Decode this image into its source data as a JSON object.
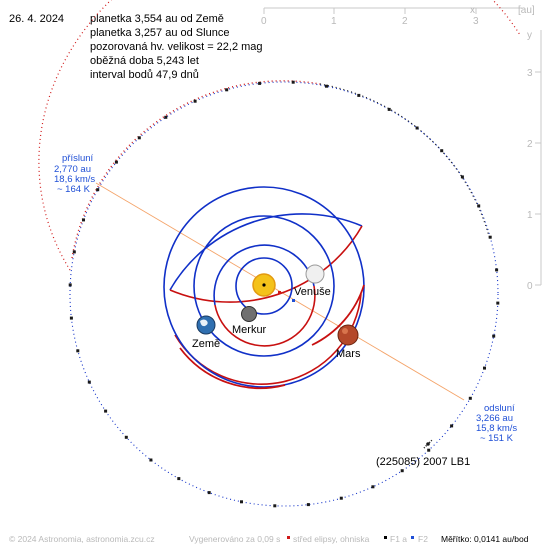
{
  "header": {
    "date": "26. 4. 2024",
    "lines": [
      "planetka 3,554 au od Země",
      "planetka 3,257 au od Slunce",
      "pozorovaná hv. velikost = 22,2 mag",
      "oběžná doba 5,243 let",
      "interval bodů 47,9 dnů"
    ]
  },
  "axes": {
    "top_ticks": [
      "0",
      "1",
      "2",
      "3"
    ],
    "top_label_x": "x",
    "unit": "[au]",
    "right_ticks": [
      "3",
      "2",
      "1",
      "0"
    ],
    "right_label_y": "y"
  },
  "bodies": {
    "venus": "Venuše",
    "mercury": "Merkur",
    "earth": "Země",
    "mars": "Mars"
  },
  "perihelion": [
    "přísluní",
    "2,770 au",
    "18,6 km/s",
    "~ 164 K"
  ],
  "aphelion": [
    "odsluní",
    "3,266 au",
    "15,8 km/s",
    "~ 151 K"
  ],
  "asteroid_name": "(225085) 2007 LB1",
  "footer": {
    "copyright": "© 2024 Astronomia, astronomia.zcu.cz",
    "generated": "Vygenerováno za 0,09 s",
    "legend_center": "střed elipsy, ohniska",
    "legend_f1": "F1 a",
    "legend_f2": "F2",
    "scale": "Měřítko: 0,0141 au/bod"
  },
  "colors": {
    "orbit_blue": "#1030c8",
    "orbit_red": "#d01818",
    "apsis_line": "#f4a46a",
    "label_blue": "#1f4fd6",
    "asteroid_dots": "#1a1a1a"
  }
}
